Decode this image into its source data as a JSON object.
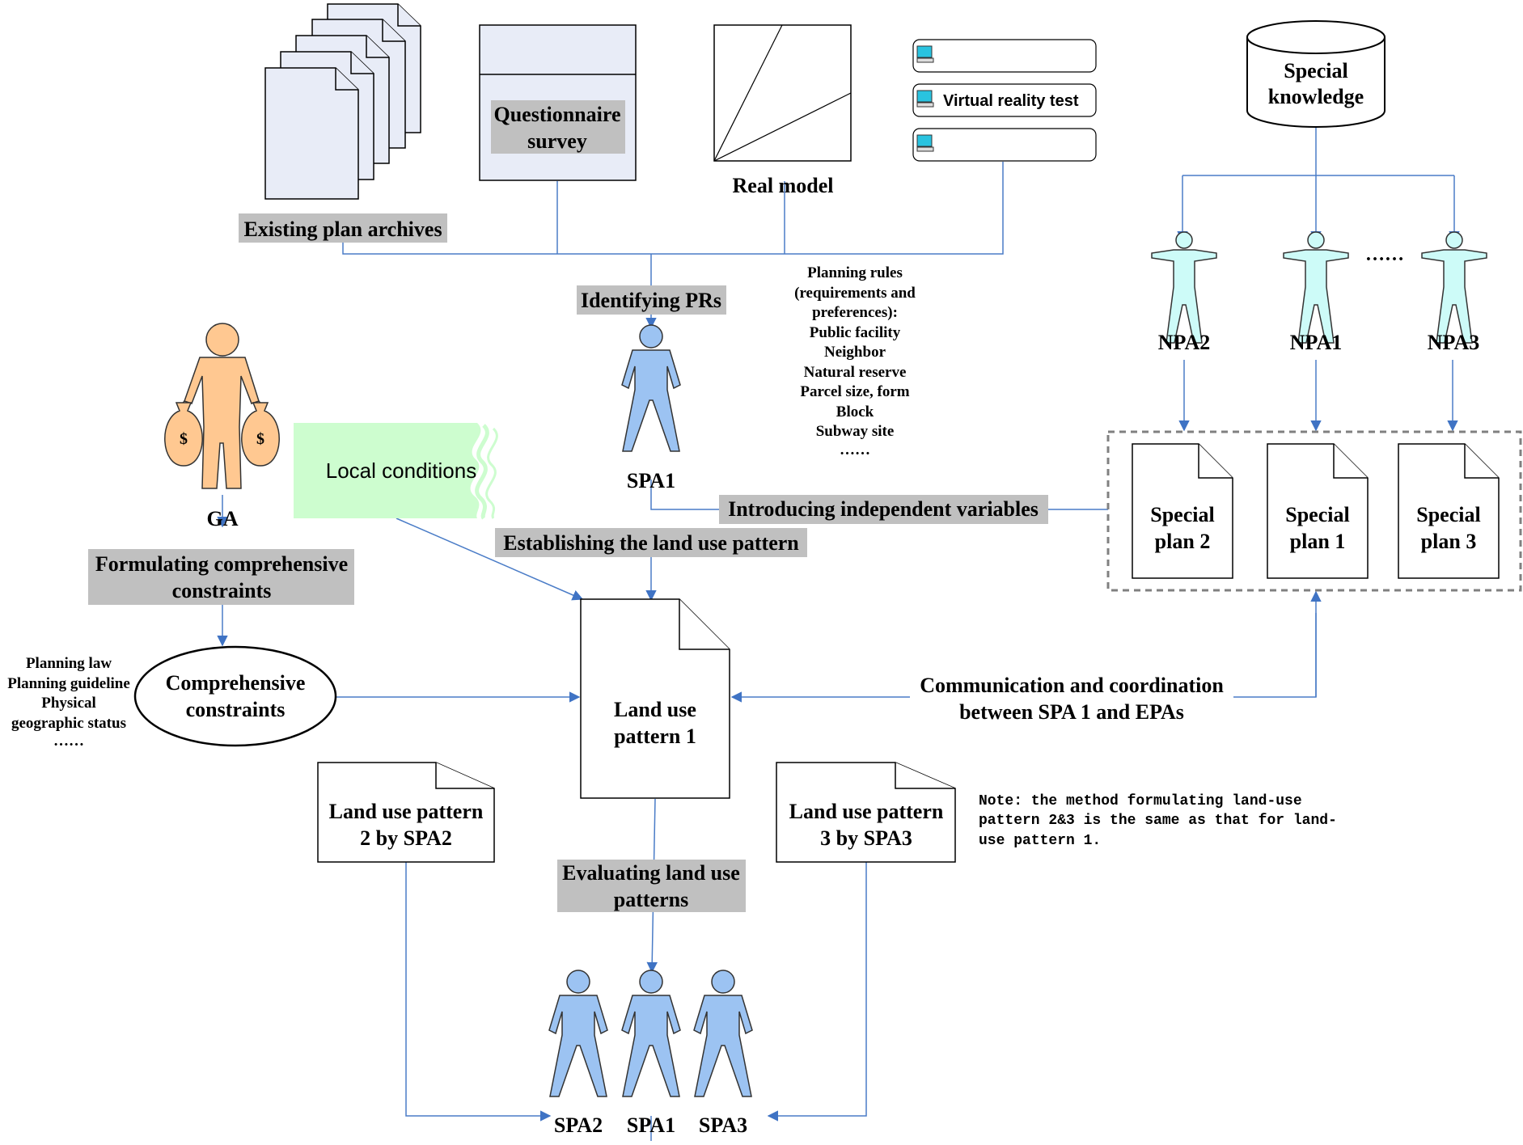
{
  "sources": {
    "archives": "Existing plan archives",
    "questionnaire": [
      "Questionnaire",
      "survey"
    ],
    "real_model": "Real model",
    "vr_test": "Virtual reality test",
    "special_knowledge": [
      "Special",
      "knowledge"
    ]
  },
  "steps": {
    "identifying": "Identifying PRs",
    "introducing": "Introducing independent variables",
    "establishing": "Establishing the land use pattern",
    "formulating": [
      "Formulating comprehensive",
      "constraints"
    ],
    "communication": [
      "Communication and coordination",
      "between SPA 1 and EPAs"
    ],
    "evaluating": [
      "Evaluating land use",
      "patterns"
    ]
  },
  "actors": {
    "spa1_top": "SPA1",
    "ga": "GA",
    "npa": [
      "NPA2",
      "NPA1",
      "NPA3"
    ],
    "dots": "……",
    "bottom": [
      "SPA2",
      "SPA1",
      "SPA3"
    ],
    "money": "$"
  },
  "planning_rules": [
    "Planning rules",
    "(requirements and",
    "preferences):",
    "Public facility",
    "Neighbor",
    "Natural reserve",
    "Parcel size, form",
    "Block",
    "Subway site",
    "……"
  ],
  "local_conditions": "Local conditions",
  "special_plans": [
    [
      "Special",
      "plan 2"
    ],
    [
      "Special",
      "plan 1"
    ],
    [
      "Special",
      "plan 3"
    ]
  ],
  "comprehensive": [
    "Comprehensive",
    "constraints"
  ],
  "constraints_list": [
    "Planning law",
    "Planning guideline",
    "Physical",
    "geographic status",
    "……"
  ],
  "pattern1": [
    "Land use",
    "pattern 1"
  ],
  "pattern2": [
    "Land use pattern",
    "2 by SPA2"
  ],
  "pattern3": [
    "Land use pattern",
    "3 by SPA3"
  ],
  "note": [
    "Note: the method formulating land-use",
    "pattern 2&3 is the same as that for land-",
    "use pattern 1."
  ],
  "colors": {
    "line": "#4a7cc7",
    "person_blue": "#9cc3f2",
    "person_cyan": "#cdfbf8",
    "person_orange": "#ffc891",
    "page_blue": "#e8ecf7",
    "label_gray": "#c0c0c0",
    "local_green": "#cdfdcf"
  }
}
